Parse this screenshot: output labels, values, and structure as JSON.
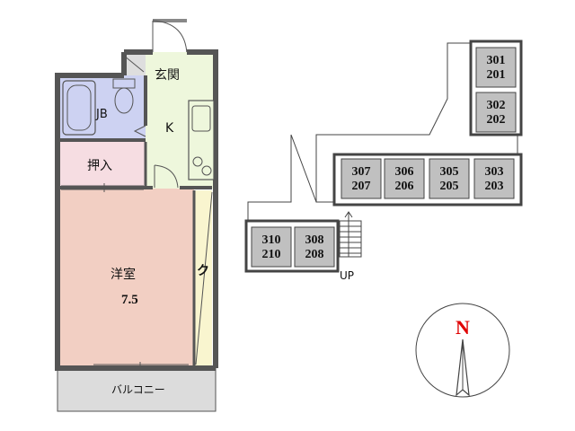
{
  "floor_plan": {
    "rooms": {
      "entrance": "玄関",
      "unit_bath": "JB",
      "kitchen": "K",
      "closet": "押入",
      "main_room": "洋室",
      "main_room_size": "7.5",
      "balcony": "バルコニー",
      "storage": "ク"
    },
    "colors": {
      "wall": "#555555",
      "bath": "#cdd2f2",
      "closet": "#f6dde2",
      "main_room": "#f2cfc3",
      "kitchen": "#eef7dc",
      "entrance": "#dedede",
      "storage": "#f9f5cf",
      "balcony": "#dcdcdc"
    }
  },
  "building_layout": {
    "units": [
      {
        "top": "301",
        "bottom": "201"
      },
      {
        "top": "302",
        "bottom": "202"
      },
      {
        "top": "307",
        "bottom": "207"
      },
      {
        "top": "306",
        "bottom": "206"
      },
      {
        "top": "305",
        "bottom": "205"
      },
      {
        "top": "303",
        "bottom": "203"
      },
      {
        "top": "310",
        "bottom": "210"
      },
      {
        "top": "308",
        "bottom": "208"
      }
    ],
    "stairs_label": "UP",
    "compass_label": "N",
    "colors": {
      "unit_fill": "#c0c0c0",
      "unit_border": "#444444",
      "compass_n": "#e00000"
    }
  }
}
